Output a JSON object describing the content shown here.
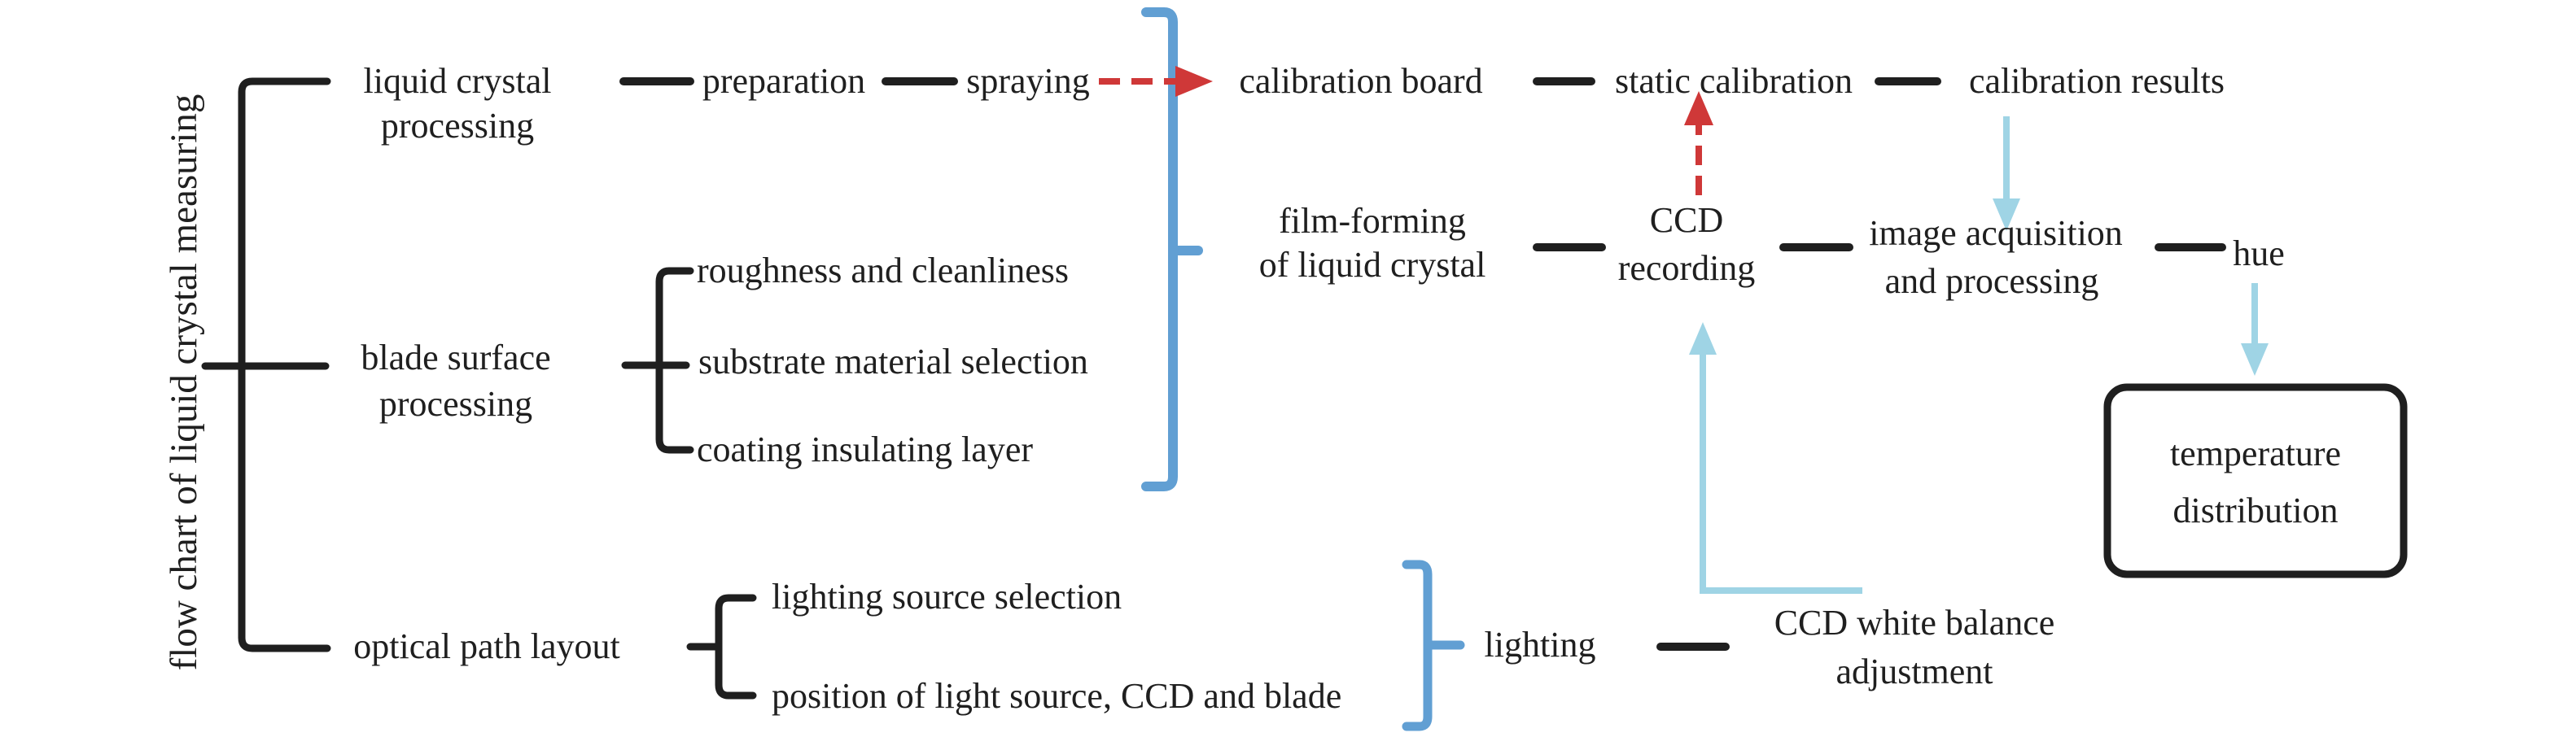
{
  "title": "flow chart of liquid crystal measuring",
  "colors": {
    "ink": "#1f1f1f",
    "accent_blue": "#619fd3",
    "light_blue": "#9fd4e5",
    "arrow_red": "#cf3838"
  },
  "branches": {
    "liquid_crystal": {
      "line1": "liquid crystal",
      "line2": "processing"
    },
    "blade_surface": {
      "line1": "blade surface",
      "line2": "processing"
    },
    "optical_path": {
      "label": "optical path layout"
    }
  },
  "top_row": {
    "preparation": "preparation",
    "spraying": "spraying",
    "calibration_board": "calibration board",
    "static_calibration": "static calibration",
    "calibration_results": "calibration results"
  },
  "middle_row": {
    "film_forming": {
      "line1": "film-forming",
      "line2": "of liquid crystal"
    },
    "ccd_recording": {
      "line1": "CCD",
      "line2": "recording"
    },
    "image_acquisition": {
      "line1": "image acquisition",
      "line2": "and processing"
    },
    "hue": "hue",
    "temperature_box": {
      "line1": "temperature",
      "line2": "distribution"
    }
  },
  "blade_items": [
    "roughness and cleanliness",
    "substrate material selection",
    "coating insulating layer"
  ],
  "optical_items": [
    "lighting source selection",
    "position of light source, CCD and blade"
  ],
  "bottom_row": {
    "lighting": "lighting",
    "white_balance": {
      "line1": "CCD white balance",
      "line2": "adjustment"
    }
  }
}
